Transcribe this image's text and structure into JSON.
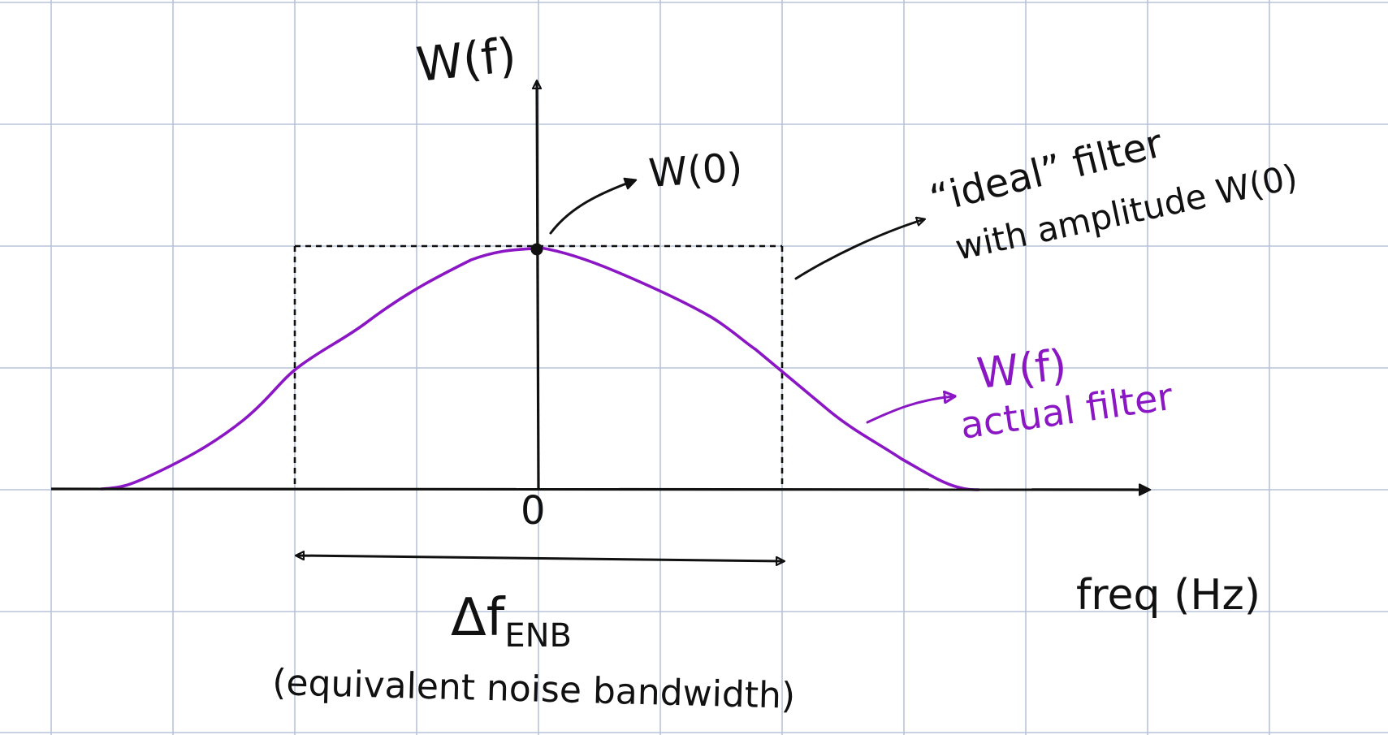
{
  "colors": {
    "grid": "#b7c3d8",
    "ink": "#111111",
    "actual_filter": "#8a16c4",
    "background": "#ffffff"
  },
  "labels": {
    "y_axis": "W(f)",
    "w0_callout": "W(0)",
    "ideal_filter_line1": "“ideal” filter",
    "ideal_filter_line2": "with amplitude W(0)",
    "actual_filter_line1": "W(f)",
    "actual_filter_line2": "actual filter",
    "origin": "0",
    "x_axis": "freq (Hz)",
    "bandwidth_symbol": "Δf",
    "bandwidth_subscript": "ENB",
    "bandwidth_caption": "(equivalent noise bandwidth)"
  }
}
